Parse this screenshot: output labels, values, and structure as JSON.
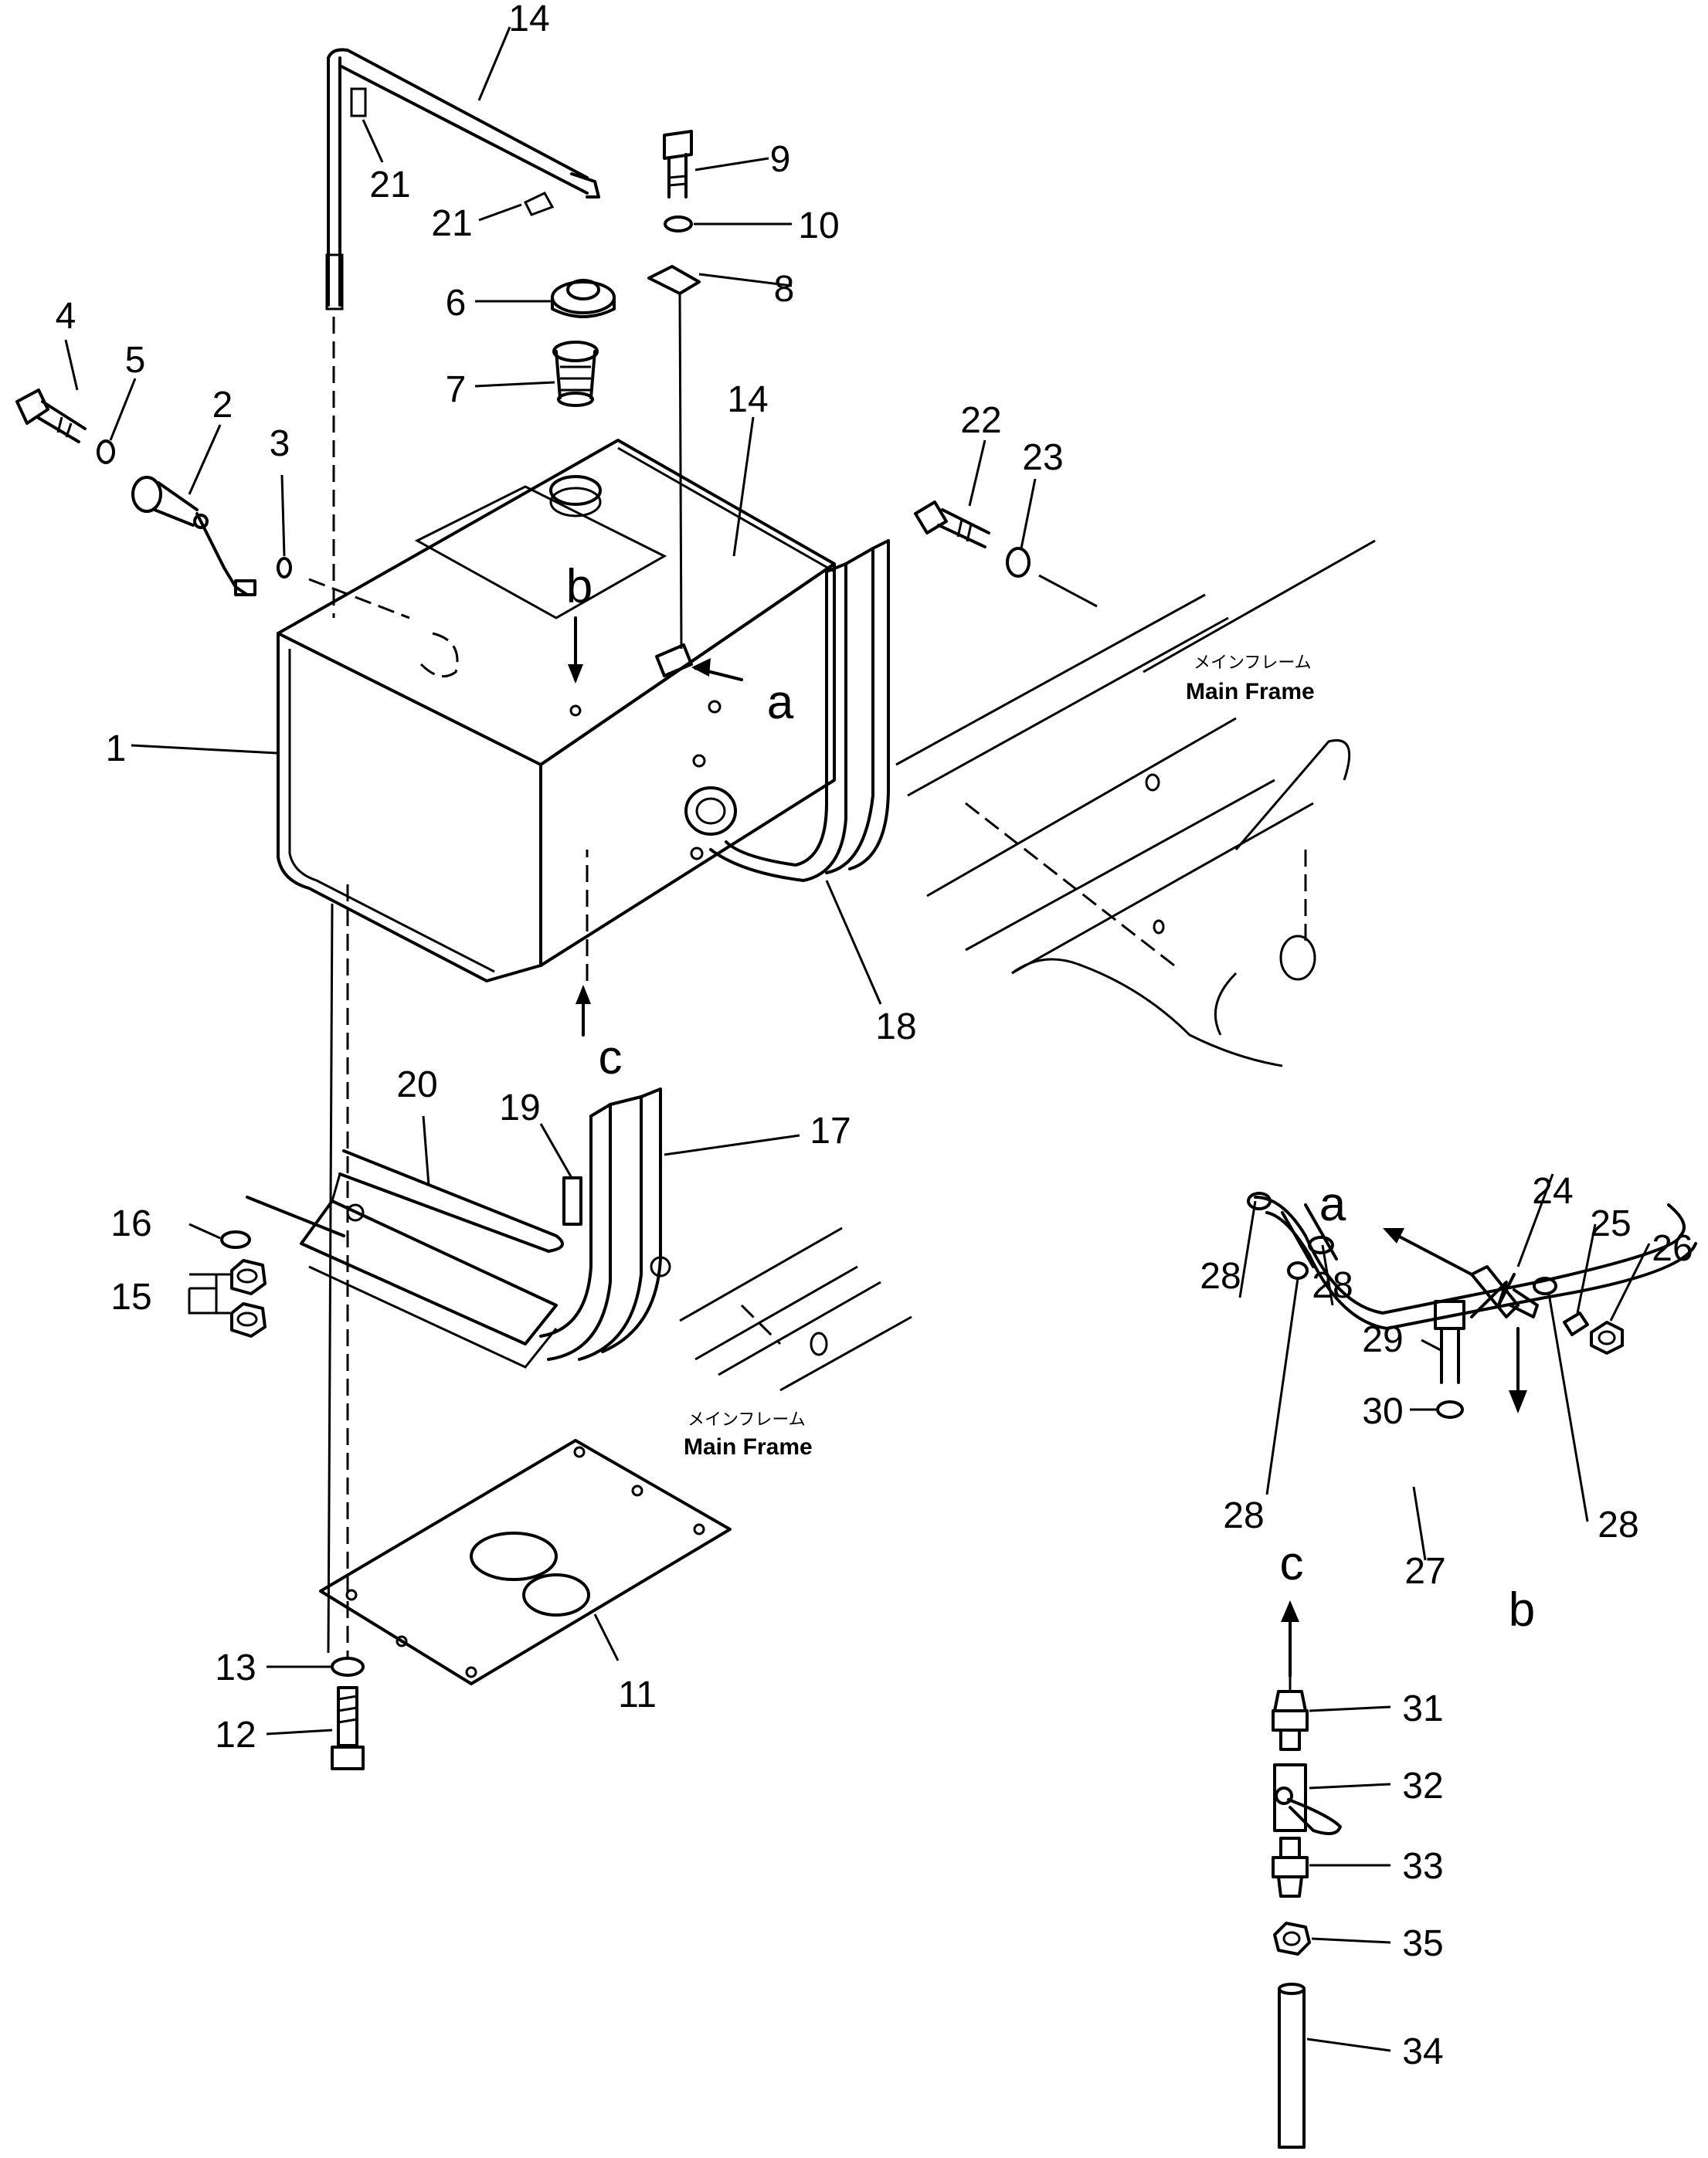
{
  "labels": {
    "p1": "1",
    "p2": "2",
    "p3": "3",
    "p4": "4",
    "p5": "5",
    "p6": "6",
    "p7": "7",
    "p8": "8",
    "p9": "9",
    "p10": "10",
    "p11": "11",
    "p12": "12",
    "p13": "13",
    "p14a": "14",
    "p14b": "14",
    "p15": "15",
    "p16": "16",
    "p17": "17",
    "p18": "18",
    "p19": "19",
    "p20": "20",
    "p21a": "21",
    "p21b": "21",
    "p22": "22",
    "p23": "23",
    "p24": "24",
    "p25": "25",
    "p26": "26",
    "p27": "27",
    "p28a": "28",
    "p28b": "28",
    "p28c": "28",
    "p28d": "28",
    "p29": "29",
    "p30": "30",
    "p31": "31",
    "p32": "32",
    "p33": "33",
    "p34": "34",
    "p35": "35"
  },
  "view_markers": {
    "a_main": "a",
    "b_main": "b",
    "c_main": "c",
    "a_detail": "a",
    "b_detail": "b",
    "c_detail": "c"
  },
  "frame_labels": {
    "jp_1": "メインフレーム",
    "en_1": "Main  Frame",
    "jp_2": "メインフレーム",
    "en_2": "Main  Frame"
  }
}
